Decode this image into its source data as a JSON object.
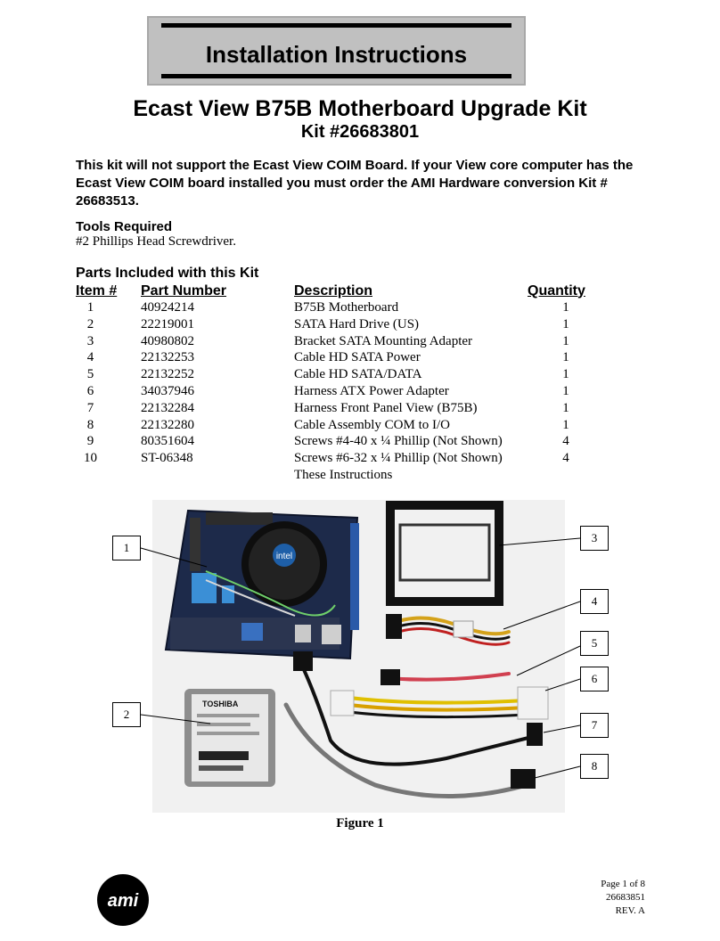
{
  "header": {
    "banner_title": "Installation Instructions",
    "doc_title": "Ecast View B75B Motherboard Upgrade Kit",
    "kit_number": "Kit #26683801"
  },
  "warning": "This kit will not support the Ecast View COIM Board.  If your View core computer has the Ecast View COIM board installed you must order the AMI Hardware conversion Kit # 26683513.",
  "tools": {
    "heading": "Tools Required",
    "text": "#2 Phillips Head Screwdriver."
  },
  "parts": {
    "heading": "Parts Included with this Kit",
    "columns": [
      "Item #",
      "Part Number",
      "Description",
      "Quantity"
    ],
    "rows": [
      [
        "1",
        "40924214",
        "B75B Motherboard",
        "1"
      ],
      [
        "2",
        "22219001",
        "SATA Hard Drive (US)",
        "1"
      ],
      [
        "3",
        "40980802",
        "Bracket SATA Mounting Adapter",
        "1"
      ],
      [
        "4",
        "22132253",
        "Cable HD SATA Power",
        "1"
      ],
      [
        "5",
        "22132252",
        "Cable HD SATA/DATA",
        "1"
      ],
      [
        "6",
        "34037946",
        "Harness ATX Power Adapter",
        "1"
      ],
      [
        "7",
        "22132284",
        "Harness Front Panel View (B75B)",
        "1"
      ],
      [
        "8",
        "22132280",
        "Cable Assembly COM to I/O",
        "1"
      ],
      [
        "9",
        "80351604",
        "Screws #4-40 x ¼ Phillip (Not Shown)",
        "4"
      ],
      [
        "10",
        "ST-06348",
        "Screws #6-32 x ¼ Phillip (Not Shown)",
        "4"
      ],
      [
        "",
        "",
        "These Instructions",
        ""
      ]
    ]
  },
  "figure": {
    "callouts": [
      "1",
      "2",
      "3",
      "4",
      "5",
      "6",
      "7",
      "8"
    ],
    "hdd_label": "TOSHIBA",
    "cpu_label": "intel",
    "caption": "Figure 1"
  },
  "footer": {
    "page": "Page 1 of 8",
    "doc_number": "26683851",
    "revision": "REV. A",
    "logo_text": "ami"
  }
}
